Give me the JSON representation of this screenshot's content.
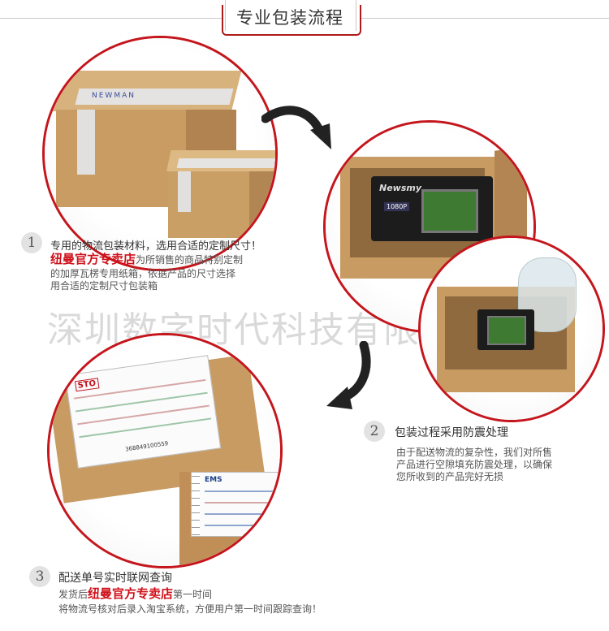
{
  "header": {
    "title": "专业包装流程"
  },
  "watermark": "深圳数字时代科技有限公司",
  "colors": {
    "accent": "#c4161c",
    "brand": "#d0101a",
    "box": "#c9a06a"
  },
  "steps": [
    {
      "number": "1",
      "title": "专用的物流包装材料，选用合适的定制尺寸！",
      "brand": "纽曼官方专卖店",
      "desc_inline": "为所销售的商品特别定制",
      "desc_lines": [
        "的加厚瓦楞专用纸箱，依据产品的尺寸选择",
        "用合适的定制尺寸包装箱"
      ]
    },
    {
      "number": "2",
      "title": "包装过程采用防震处理",
      "desc_lines": [
        "由于配送物流的复杂性，我们对所售",
        "产品进行空隙填充防震处理，以确保",
        "您所收到的产品完好无损"
      ]
    },
    {
      "number": "3",
      "title": "配送单号实时联网查询",
      "desc_prefix": "发货后",
      "brand": "纽曼官方专卖店",
      "desc_suffix": "第一时间",
      "desc_lines": [
        "将物流号核对后录入淘宝系统，方便用户第一时间跟踪查询！"
      ]
    }
  ],
  "photos": {
    "box_tape_text": "NEWMAN",
    "device_brand": "Newsmy",
    "device_badge": "1080P",
    "sto_label": "STO",
    "sto_tracking": "368849100559",
    "ems_label": "EMS"
  }
}
